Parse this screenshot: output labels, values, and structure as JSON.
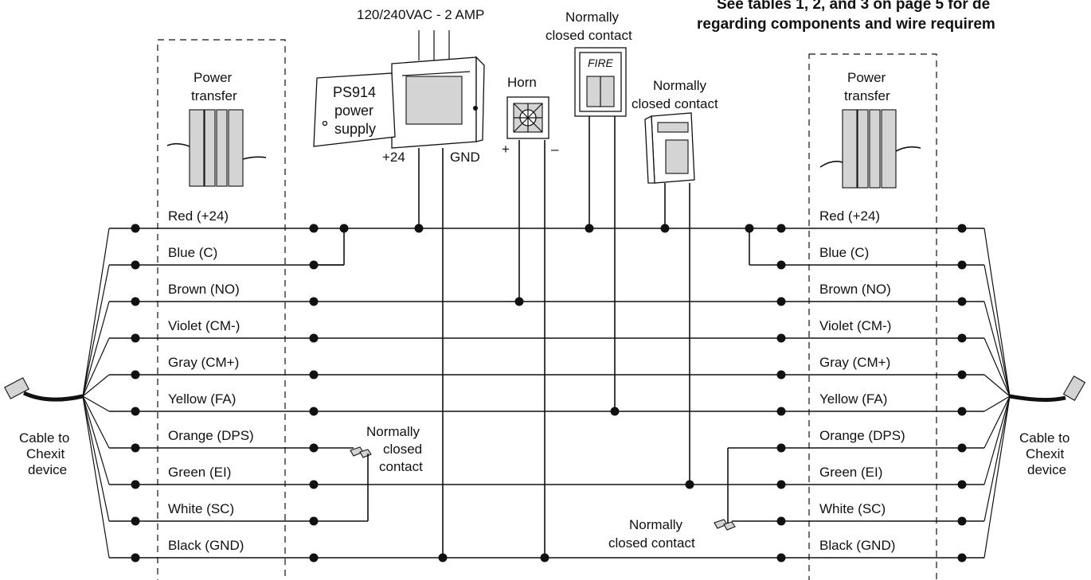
{
  "header_note": {
    "line1": "See tables 1, 2, and 3 on page 5 for de",
    "line2": "regarding components and wire requirem"
  },
  "power_input": "120/240VAC - 2 AMP",
  "power_supply": {
    "line1": "PS914",
    "line2": "power",
    "line3": "supply",
    "plus_terminal": "+24",
    "gnd_terminal": "GND"
  },
  "horn": {
    "label": "Horn",
    "plus": "+",
    "minus": "–"
  },
  "fire_pull": {
    "label_line1": "Normally",
    "label_line2": "closed contact",
    "sign": "FIRE"
  },
  "keypad": {
    "label_line1": "Normally",
    "label_line2": "closed contact"
  },
  "power_transfer_left": {
    "line1": "Power",
    "line2": "transfer"
  },
  "power_transfer_right": {
    "line1": "Power",
    "line2": "transfer"
  },
  "door_contact_left": {
    "line1": "Normally",
    "line2": "closed",
    "line3": "contact"
  },
  "door_contact_right": {
    "line1": "Normally",
    "line2": "closed contact"
  },
  "cable_left": {
    "line1": "Cable to",
    "line2": "Chexit",
    "line3": "device"
  },
  "cable_right": {
    "line1": "Cable to",
    "line2": "Chexit",
    "line3": "device"
  },
  "wires_left": [
    "Red (+24)",
    "Blue (C)",
    "Brown (NO)",
    "Violet (CM-)",
    "Gray (CM+)",
    "Yellow (FA)",
    "Orange (DPS)",
    "Green (EI)",
    "White (SC)",
    "Black (GND)"
  ],
  "wires_right": [
    "Red (+24)",
    "Blue (C)",
    "Brown (NO)",
    "Violet (CM-)",
    "Gray (CM+)",
    "Yellow (FA)",
    "Orange (DPS)",
    "Green (EI)",
    "White (SC)",
    "Black (GND)"
  ]
}
